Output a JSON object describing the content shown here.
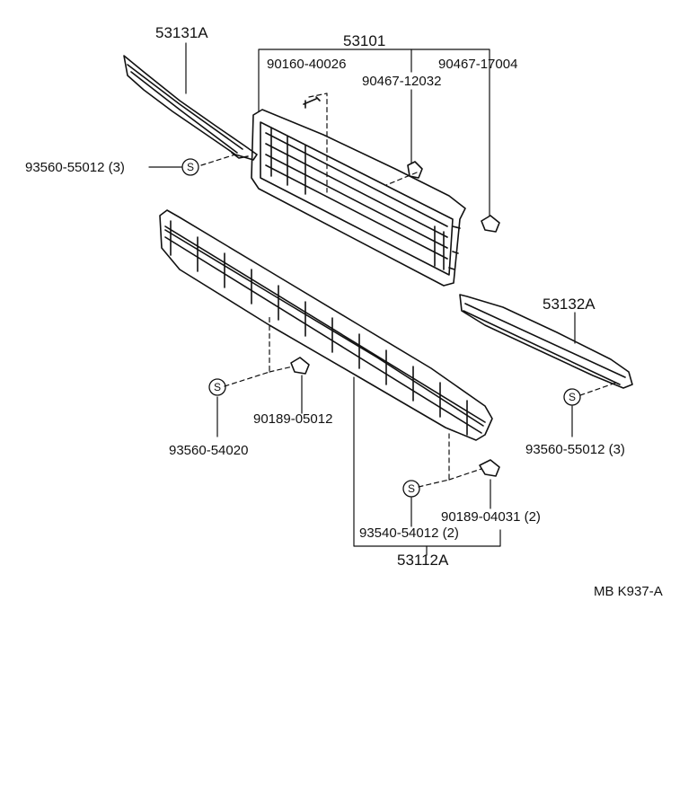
{
  "parts": {
    "p53131A": "53131A",
    "p53101": "53101",
    "p90160": "90160-40026",
    "p90467_17004": "90467-17004",
    "p90467_12032": "90467-12032",
    "p93560_55012_left": "93560-55012 (3)",
    "p53132A": "53132A",
    "p90189_05012": "90189-05012",
    "p93560_54020": "93560-54020",
    "p93560_55012_right": "93560-55012 (3)",
    "p90189_04031": "90189-04031 (2)",
    "p93540_54012": "93540-54012 (2)",
    "p53112A": "53112A"
  },
  "clip_symbol": "S",
  "diagram_code": "MB K937-A"
}
